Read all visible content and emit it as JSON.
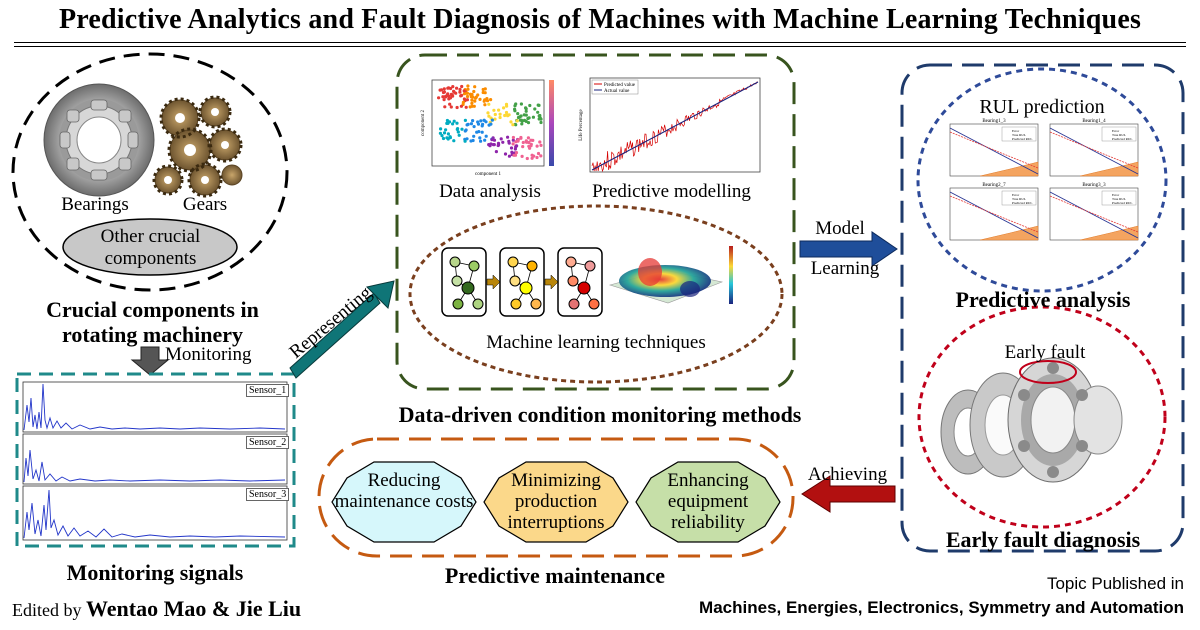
{
  "title": "Predictive Analytics and Fault Diagnosis of Machines with Machine Learning Techniques",
  "components": {
    "bearings": "Bearings",
    "gears": "Gears",
    "other": "Other crucial components",
    "caption": "Crucial components in rotating machinery"
  },
  "arrows": {
    "monitoring": "Monitoring",
    "representing": "Representing",
    "model": "Model",
    "learning": "Learning",
    "achieving": "Achieving"
  },
  "signals": {
    "sensors": [
      "Sensor_1",
      "Sensor_2",
      "Sensor_3"
    ],
    "caption": "Monitoring signals"
  },
  "methods": {
    "data_analysis": "Data analysis",
    "predictive_modelling": "Predictive modelling",
    "ml": "Machine learning techniques",
    "caption": "Data-driven condition monitoring methods",
    "scatter_xlabel": "component 1",
    "scatter_ylabel": "component 2",
    "line_ylabel": "Life Percentage",
    "legend_predicted": "Predicted value",
    "legend_actual": "Actual value"
  },
  "predictive": {
    "rul": "RUL prediction",
    "caption": "Predictive analysis",
    "panel_titles": [
      "Bearing1_3",
      "Bearing1_4",
      "Bearing2_7",
      "Bearing3_3"
    ],
    "legend": [
      "Error",
      "True RUL",
      "Predicted RUL"
    ]
  },
  "early": {
    "label": "Early fault",
    "caption": "Early fault diagnosis"
  },
  "maintenance": {
    "items": [
      "Reducing maintenance costs",
      "Minimizing production interruptions",
      "Enhancing equipment reliability"
    ],
    "caption": "Predictive maintenance",
    "colors": [
      "#d6f7fb",
      "#fbd88a",
      "#c6dfa8"
    ]
  },
  "footer": {
    "edited_prefix": "Edited by",
    "editors": "Wentao Mao & Jie Liu",
    "topic": "Topic Published in",
    "journals": "Machines, Energies, Electronics, Symmetry and Automation"
  }
}
